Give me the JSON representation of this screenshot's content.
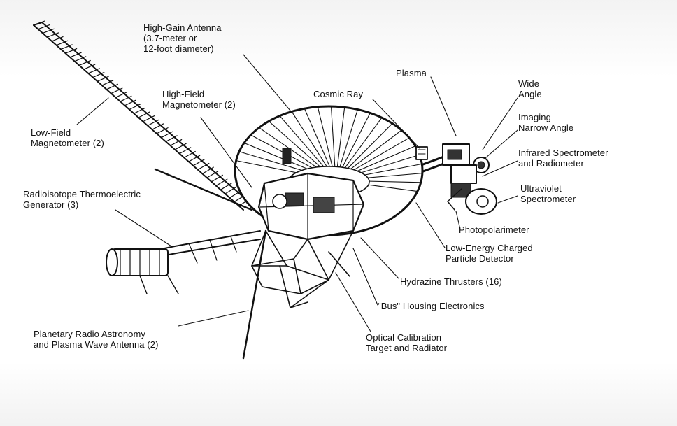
{
  "labels": {
    "high_gain_antenna": "High-Gain Antenna\n(3.7-meter or\n12-foot diameter)",
    "high_field_magnetometer": "High-Field\nMagnetometer (2)",
    "low_field_magnetometer": "Low-Field\nMagnetometer (2)",
    "rtg": "Radioisotope Thermoelectric\nGenerator (3)",
    "cosmic_ray": "Cosmic Ray",
    "plasma": "Plasma",
    "wide_angle": "Wide\nAngle",
    "imaging_narrow_angle": "Imaging\nNarrow Angle",
    "infrared_spectrometer": "Infrared Spectrometer\nand Radiometer",
    "ultraviolet_spectrometer": "Ultraviolet\nSpectrometer",
    "photopolarimeter": "Photopolarimeter",
    "low_energy_charged_particle": "Low-Energy Charged\nParticle Detector",
    "hydrazine_thrusters": "Hydrazine Thrusters (16)",
    "bus_housing": "\"Bus\" Housing Electronics",
    "optical_calibration": "Optical Calibration\nTarget and Radiator",
    "planetary_radio": "Planetary Radio Astronomy\nand Plasma Wave Antenna (2)"
  },
  "colors": {
    "ink": "#111111",
    "background": "#ffffff"
  }
}
